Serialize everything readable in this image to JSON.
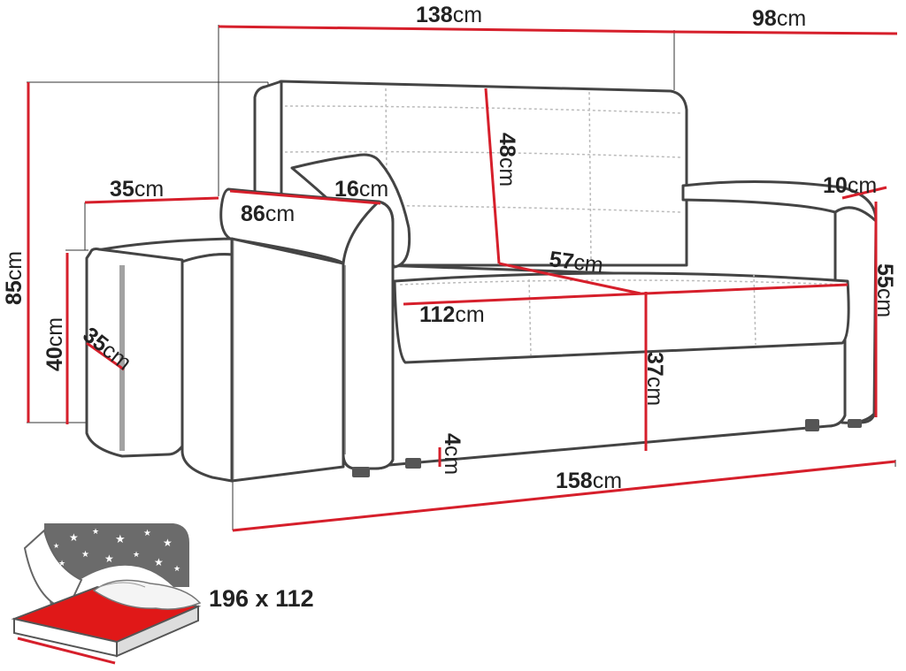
{
  "colors": {
    "outline": "#444444",
    "dimension_line": "#d61f2b",
    "text": "#222222",
    "mattress": "#e01818",
    "night_sky": "#6b6b6b"
  },
  "dimensions": {
    "width_top": {
      "value": "138",
      "unit": "cm"
    },
    "depth_top": {
      "value": "98",
      "unit": "cm"
    },
    "total_height": {
      "value": "85",
      "unit": "cm"
    },
    "pouf_depth": {
      "value": "35",
      "unit": "cm"
    },
    "armrest_length": {
      "value": "86",
      "unit": "cm"
    },
    "armrest_width": {
      "value": "16",
      "unit": "cm"
    },
    "backrest_height": {
      "value": "48",
      "unit": "cm"
    },
    "arm_width_right": {
      "value": "10",
      "unit": "cm"
    },
    "seat_depth": {
      "value": "57",
      "unit": "cm"
    },
    "arm_height": {
      "value": "55",
      "unit": "cm"
    },
    "seat_width": {
      "value": "112",
      "unit": "cm"
    },
    "pouf_height": {
      "value": "40",
      "unit": "cm"
    },
    "pouf_width": {
      "value": "35",
      "unit": "cm"
    },
    "seat_height": {
      "value": "37",
      "unit": "cm"
    },
    "leg_height": {
      "value": "4",
      "unit": "cm"
    },
    "total_width": {
      "value": "158",
      "unit": "cm"
    }
  },
  "sleeping_area": {
    "label": "196 x 112"
  },
  "icons": [
    "sofa-drawing",
    "pouf-drawing",
    "pillow-drawing",
    "bed-icon",
    "stars-icon"
  ]
}
